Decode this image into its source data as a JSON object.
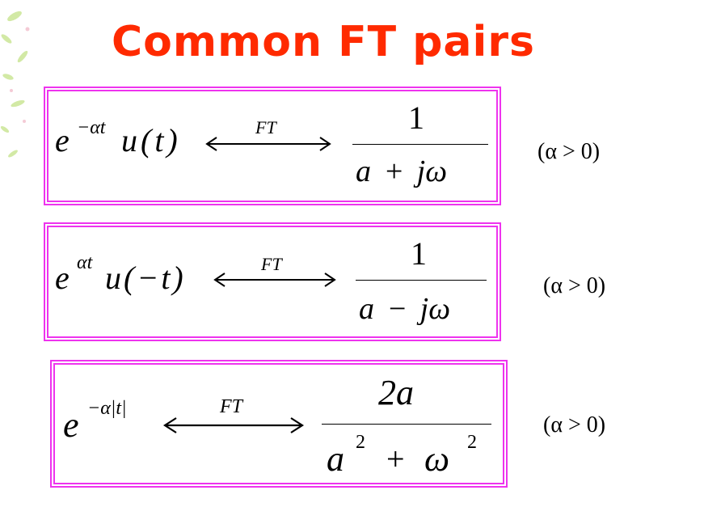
{
  "title": "Common FT pairs",
  "colors": {
    "title": "#ff2a00",
    "box_border": "#ee33ee",
    "leaf_decoration": "#9ccf3a"
  },
  "pairs": [
    {
      "lhs_base": "e",
      "lhs_exponent": "−αt",
      "lhs_rest": "u(t)",
      "arrow_label": "FT",
      "rhs_numerator": "1",
      "rhs_denominator": "a + jω",
      "condition": "(α > 0)"
    },
    {
      "lhs_base": "e",
      "lhs_exponent": "αt",
      "lhs_rest": "u(−t)",
      "arrow_label": "FT",
      "rhs_numerator": "1",
      "rhs_denominator": "a − jω",
      "condition": "(α > 0)"
    },
    {
      "lhs_base": "e",
      "lhs_exponent": "−α|t|",
      "lhs_rest": "",
      "arrow_label": "FT",
      "rhs_numerator": "2a",
      "rhs_denominator_base_a": "a",
      "rhs_denominator_exp_a": "2",
      "rhs_denominator_plus": "+",
      "rhs_denominator_base_w": "ω",
      "rhs_denominator_exp_w": "2",
      "condition": "(α > 0)"
    }
  ]
}
